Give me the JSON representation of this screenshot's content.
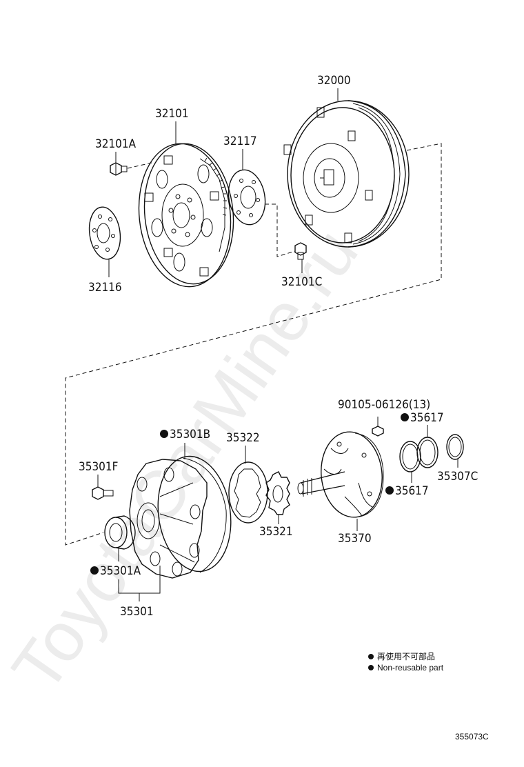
{
  "watermark": "ToyotaCarMine.ru",
  "labels": {
    "p32000": "32000",
    "p32101": "32101",
    "p32101A": "32101A",
    "p32117": "32117",
    "p32116": "32116",
    "p32101C": "32101C",
    "p90105": "90105-06126(13)",
    "p35617a": "35617",
    "p35301B": "35301B",
    "p35322": "35322",
    "p35301F": "35301F",
    "p35307C": "35307C",
    "p35617b": "35617",
    "p35321": "35321",
    "p35370": "35370",
    "p35301A": "35301A",
    "p35301": "35301"
  },
  "legend": {
    "jp": "再使用不可部品",
    "en": "Non-reusable part"
  },
  "diagram_code": "355073C"
}
